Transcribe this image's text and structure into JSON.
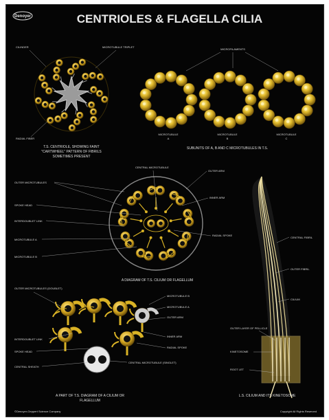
{
  "title": "CENTRIOLES & FLAGELLA CILIA",
  "brand": "Denoyer",
  "colors": {
    "background": "#050505",
    "gold": "#d9b225",
    "gold_dark": "#8a6a10",
    "text": "#e0e0e0"
  },
  "panel_centriole": {
    "labels": {
      "cilinder": "CILINDER",
      "triplet": "MICROTUBULE TRIPLET",
      "radial": "RADIAL FIBER"
    },
    "caption": [
      "T.S. CENTRIOLE, SHOWING FAINT",
      "\"CARTWHEEL\" PATTERN OF FIBRILS",
      "SOMETIMES PRESENT"
    ]
  },
  "panel_subunits": {
    "top_label": "MICROFILAMENTS",
    "letters": [
      "A",
      "B",
      "C"
    ],
    "sub_labels": [
      {
        "name": "MICROTUBULE",
        "letter": "A"
      },
      {
        "name": "MICROTUBULE",
        "letter": "B"
      },
      {
        "name": "MICROTUBULE",
        "letter": "C"
      }
    ],
    "caption": "SUBUNITS OF A, B AND C MICROTUBULES IN T.S."
  },
  "panel_ts_cilium": {
    "left_labels": [
      "OUTER MICROTUBULES",
      "SPOKE HEAD",
      "INTERDOUBLET LINK",
      "MICROTUBULE A",
      "MICROTUBULE B"
    ],
    "right_labels": [
      "OUTER ARM",
      "INNER ARM",
      "RADIAL SPOKE"
    ],
    "top_label": "CENTRAL MICROTUBULE",
    "caption": "A DIAGRAM OF T.S. CILIUM OR FLAGELLUM"
  },
  "panel_ls_cilium": {
    "labels": [
      "CENTRAL FIBRIL",
      "OUTER FIBRIL",
      "CILIUM",
      "OUTER LAYER OF PELLICLE",
      "KINETOSOME",
      "ROOT LET"
    ],
    "caption": "L.S. CILIUM AND ITS KINETOSOME"
  },
  "panel_part_ts": {
    "left_labels": [
      "OUTER MICROTUBULES (DOUBLET)",
      "INTERDOUBLET LINK",
      "SPOKE HEAD",
      "CENTRAL SHEATH"
    ],
    "right_labels": [
      "MICROTUBULE B",
      "MICROTUBULE A",
      "OUTER ARM",
      "INNER ARM",
      "RADIAL SPOKE",
      "CENTRAL MICROTUBULE (SINGLET)"
    ],
    "caption": [
      "A PART OF T.S. DIAGRAM OF A CILIUM OR",
      "FLAGELLUM"
    ]
  },
  "footer": {
    "left": "©Denoyer-Geppert Science Company",
    "right": "Copyright All Rights Reserved"
  }
}
